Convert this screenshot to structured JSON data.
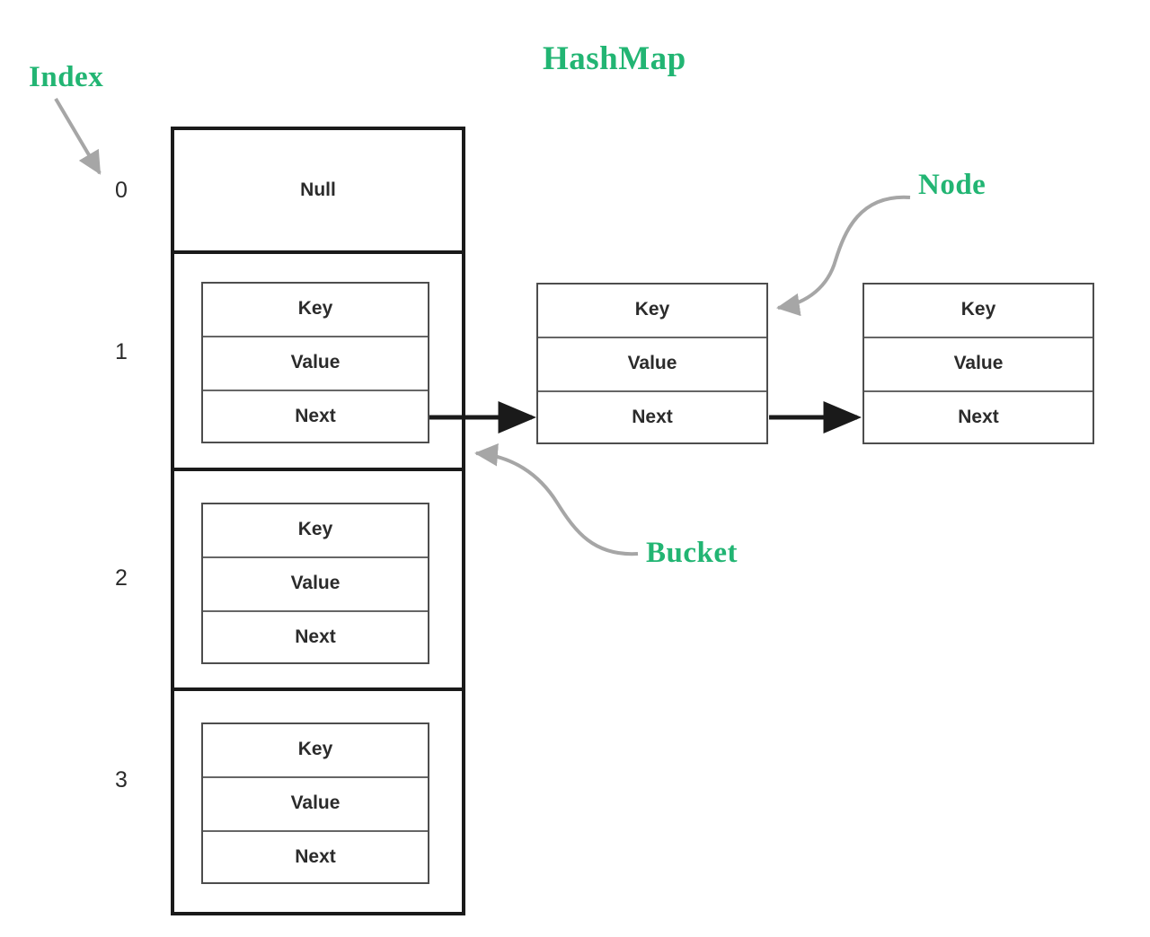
{
  "diagram": {
    "title": "HashMap",
    "accent_color": "#22b573",
    "line_color": "#1a1a1a",
    "annotation_arrow_color": "#a6a6a6",
    "annotations": [
      {
        "id": "index",
        "label": "Index",
        "points_to": "index-column"
      },
      {
        "id": "node",
        "label": "Node",
        "points_to": "chained-node-1"
      },
      {
        "id": "bucket",
        "label": "Bucket",
        "points_to": "bucket-row-1"
      }
    ],
    "index_labels": [
      "0",
      "1",
      "2",
      "3"
    ],
    "buckets": [
      {
        "index": "0",
        "empty_label": "Null",
        "node": null
      },
      {
        "index": "1",
        "empty_label": null,
        "node": {
          "key": "Key",
          "value": "Value",
          "next": "Next"
        }
      },
      {
        "index": "2",
        "empty_label": null,
        "node": {
          "key": "Key",
          "value": "Value",
          "next": "Next"
        }
      },
      {
        "index": "3",
        "empty_label": null,
        "node": {
          "key": "Key",
          "value": "Value",
          "next": "Next"
        }
      }
    ],
    "chained_nodes": [
      {
        "key": "Key",
        "value": "Value",
        "next": "Next"
      },
      {
        "key": "Key",
        "value": "Value",
        "next": "Next"
      }
    ]
  }
}
